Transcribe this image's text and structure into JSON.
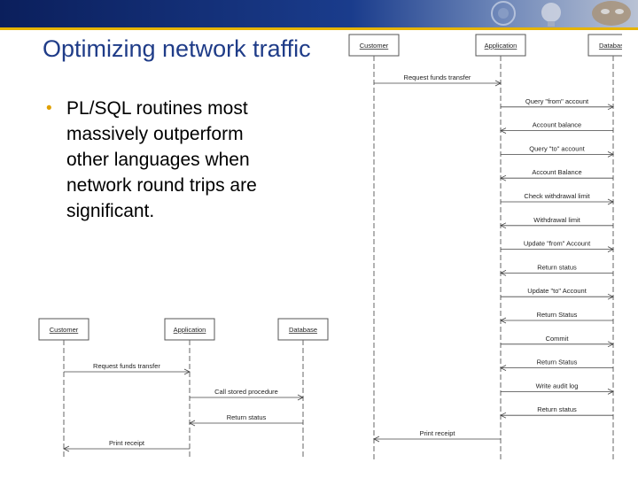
{
  "slide": {
    "title": "Optimizing network traffic",
    "bullets": [
      {
        "text": "PL/SQL routines most massively outperform other languages when network round trips are significant."
      }
    ]
  },
  "colors": {
    "title": "#1f3c88",
    "bullet": "#e0a000",
    "banner_blue": "#1a3c8c",
    "banner_gold": "#e6b400"
  },
  "diagrams": {
    "small": {
      "participants": [
        "Customer",
        "Application",
        "Database"
      ],
      "messages": [
        {
          "label": "Request funds transfer",
          "from": 0,
          "to": 1
        },
        {
          "label": "Call stored procedure",
          "from": 1,
          "to": 2
        },
        {
          "label": "Return status",
          "from": 2,
          "to": 1
        },
        {
          "label": "Print receipt",
          "from": 1,
          "to": 0
        }
      ]
    },
    "large": {
      "participants": [
        "Customer",
        "Application",
        "Database"
      ],
      "messages": [
        {
          "label": "Request funds transfer",
          "from": 0,
          "to": 1
        },
        {
          "label": "Query \"from\" account",
          "from": 1,
          "to": 2
        },
        {
          "label": "Account balance",
          "from": 2,
          "to": 1
        },
        {
          "label": "Query \"to\" account",
          "from": 1,
          "to": 2
        },
        {
          "label": "Account Balance",
          "from": 2,
          "to": 1
        },
        {
          "label": "Check withdrawal limit",
          "from": 1,
          "to": 2
        },
        {
          "label": "Withdrawal limit",
          "from": 2,
          "to": 1
        },
        {
          "label": "Update \"from\" Account",
          "from": 1,
          "to": 2
        },
        {
          "label": "Return status",
          "from": 2,
          "to": 1
        },
        {
          "label": "Update \"to\" Account",
          "from": 1,
          "to": 2
        },
        {
          "label": "Return Status",
          "from": 2,
          "to": 1
        },
        {
          "label": "Commit",
          "from": 1,
          "to": 2
        },
        {
          "label": "Return Status",
          "from": 2,
          "to": 1
        },
        {
          "label": "Write audit log",
          "from": 1,
          "to": 2
        },
        {
          "label": "Return status",
          "from": 2,
          "to": 1
        },
        {
          "label": "Print receipt",
          "from": 1,
          "to": 0
        }
      ]
    }
  }
}
